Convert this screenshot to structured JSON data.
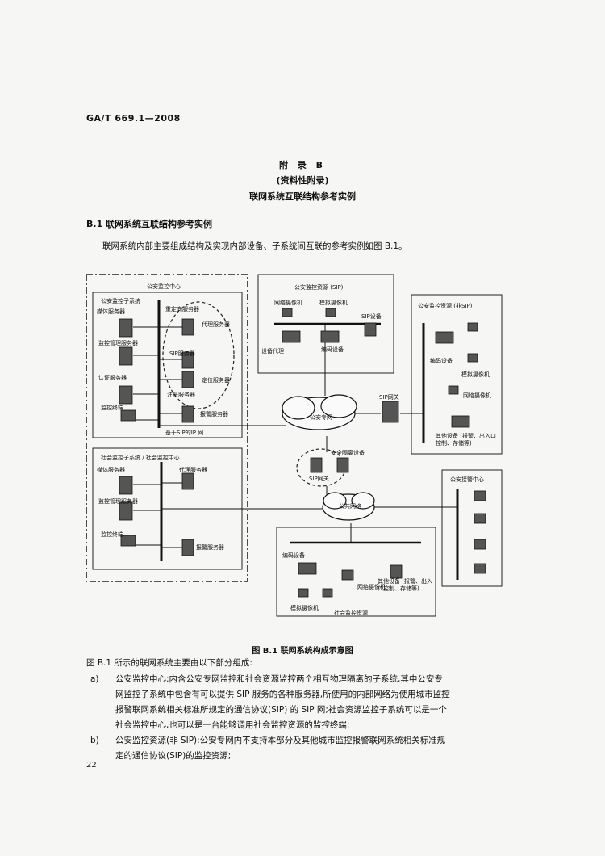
{
  "header": {
    "standard_no": "GA/T 669.1—2008"
  },
  "appendix": {
    "title": "附 录 B",
    "subtitle": "(资料性附录)",
    "name": "联网系统互联结构参考实例"
  },
  "section": {
    "number_title": "B.1 联网系统互联结构参考实例",
    "intro": "联网系统内部主要组成结构及实现内部设备、子系统间互联的参考实例如图 B.1。"
  },
  "diagram": {
    "ps_center_title": "公安监控中心",
    "ps_subsystem": "公安监控子系统",
    "media_server": "媒体服务器",
    "redirect_server": "重定向服务器",
    "proxy_server": "代理服务器",
    "mgmt_server": "监控管理服务器",
    "sip_server": "SIP服务器",
    "auth_server": "认证服务器",
    "locate_server": "定位服务器",
    "register_server": "注册服务器",
    "monitor_terminal": "监控终端",
    "alarm_server": "报警服务器",
    "sip_ip_net": "基于SIP的IP 网",
    "ps_resource_sip": "公安监控资源 (SIP)",
    "network_camera": "网络摄像机",
    "analog_camera": "模拟摄像机",
    "sip_device": "SIP设备",
    "device_proxy": "设备代理",
    "encoder": "编码设备",
    "ps_resource_nonsip": "公安监控资源 (非SIP)",
    "encoder2": "编码设备",
    "analog_camera2": "模拟摄像机",
    "network_camera2": "网络摄像机",
    "sip_gateway": "SIP网关",
    "ps_private_net": "公安专网",
    "other_devices": "其他设备 (报警、出入口控制、存储等)",
    "security_isolation": "安全隔离设备",
    "sip_gateway2": "SIP网关",
    "public_net": "公共网络",
    "social_subsystem": "社会监控子系统 / 社会监控中心",
    "media_server2": "媒体服务器",
    "proxy_server2": "代理服务器",
    "mgmt_server2": "监控管理服务器",
    "monitor_terminal2": "监控终端",
    "alarm_server2": "报警服务器",
    "ps_alarm_center": "公安接警中心",
    "encoder3": "编码设备",
    "network_camera3": "网络摄像机",
    "other_devices2": "其他设备 (报警、出入口控制、存储等)",
    "analog_camera3": "模拟摄像机",
    "social_resource": "社会监控资源"
  },
  "figure_caption": "图 B.1 联网系统构成示意图",
  "body": {
    "p1": "图 B.1 所示的联网系统主要由以下部分组成:",
    "item_a_marker": "a)",
    "item_a_line1": "公安监控中心:内含公安专网监控和社会资源监控两个相互物理隔离的子系统,其中公安专",
    "item_a_line2": "网监控子系统中包含有可以提供 SIP 服务的各种服务器,所使用的内部网络为使用城市监控",
    "item_a_line3": "报警联网系统相关标准所规定的通信协议(SIP) 的 SIP 网;社会资源监控子系统可以是一个",
    "item_a_line4": "社会监控中心,也可以是一台能够调用社会监控资源的监控终端;",
    "item_b_marker": "b)",
    "item_b_line1": "公安监控资源(非 SIP):公安专网内不支持本部分及其他城市监控报警联网系统相关标准规",
    "item_b_line2": "定的通信协议(SIP)的监控资源;"
  },
  "page_number": "22"
}
